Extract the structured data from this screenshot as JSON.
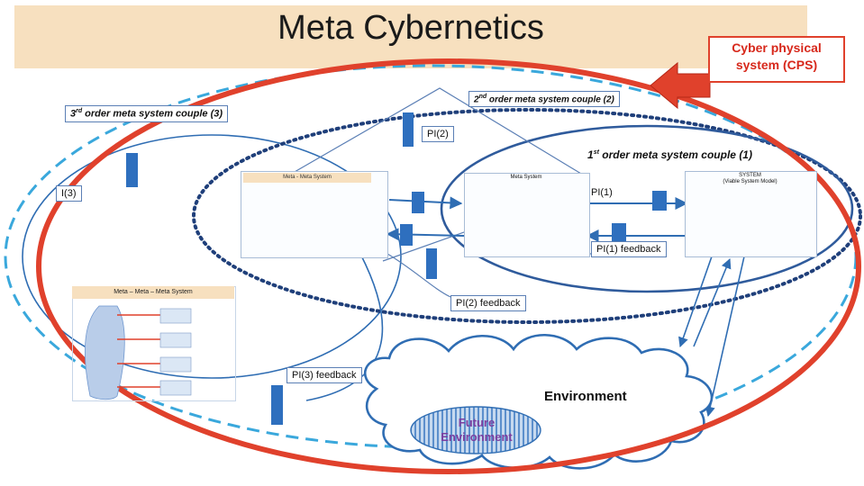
{
  "title": "Meta Cybernetics",
  "cps_label": "Cyber physical system (CPS)",
  "couples": [
    {
      "order": "1",
      "sup": "st",
      "text": " order meta system couple ",
      "num": "(1)"
    },
    {
      "order": "2",
      "sup": "nd",
      "text": " order meta system couple ",
      "num": "(2)"
    },
    {
      "order": "3",
      "sup": "rd",
      "text": " order meta system couple ",
      "num": "(3)"
    }
  ],
  "pi_labels": {
    "pi1": "PI(1)",
    "pi2": "PI(2)",
    "pi3": "I(3)",
    "pi1_feedback": "PI(1) feedback",
    "pi2_feedback": "PI(2) feedback",
    "pi3_feedback": "PI(3) feedback"
  },
  "panels": {
    "meta_meta": "Meta - Meta System",
    "meta": "Meta System",
    "system_line1": "SYSTEM",
    "system_line2": "(Viable System Model)",
    "meta_meta_meta": "Meta – Meta – Meta System"
  },
  "environment": "Environment",
  "future_environment": "Future Environment",
  "colors": {
    "red": "#e0412c",
    "light_blue": "#3aa8dc",
    "blue": "#2f6db3",
    "dark_blue": "#1f3f7a",
    "block_blue": "#2e6fbe",
    "banner": "#f7e0bf"
  }
}
